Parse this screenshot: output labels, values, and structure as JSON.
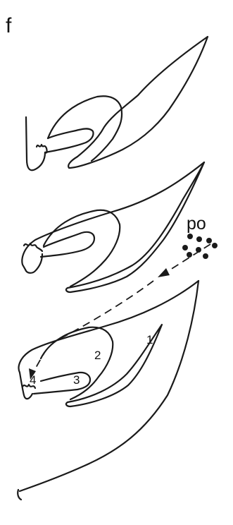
{
  "panel_letter": "f",
  "pollen_label": "po",
  "stage_labels": {
    "s1": "1",
    "s2": "2",
    "s3": "3",
    "s4": "4"
  },
  "colors": {
    "ink": "#1a1a1a",
    "background": "#ffffff"
  }
}
